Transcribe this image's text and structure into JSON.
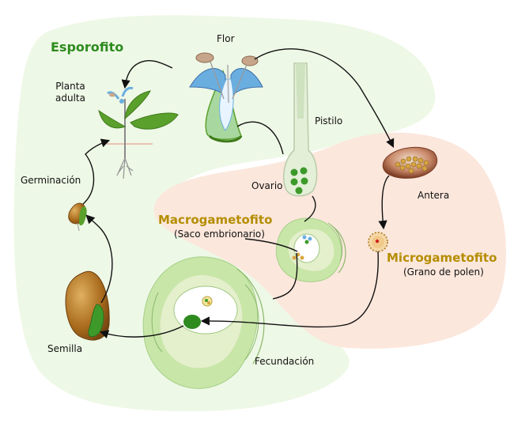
{
  "labels": {
    "esporofito": "Esporofito",
    "flor": "Flor",
    "planta_line1": "Planta",
    "planta_line2": "adulta",
    "pistilo": "Pistilo",
    "ovario": "Ovario",
    "germinacion": "Germinación",
    "antera": "Antera",
    "macrogametofito": "Macrogametofito",
    "saco_embrionario": "(Saco embrionario)",
    "microgametofito": "Microgametofito",
    "grano_polen": "(Grano de polen)",
    "semilla": "Semilla",
    "fecundacion": "Fecundación"
  },
  "colors": {
    "sporophyte_region": "#eef8e6",
    "gametophyte_region": "#fbe7dc",
    "sporophyte_title": "#2e8b1f",
    "gametophyte_title": "#b58d00",
    "arrow": "#111111",
    "leaf": "#5aa02c",
    "petal": "#6aaee0",
    "seed": "#a0651a",
    "pollen": "#d9a441"
  }
}
